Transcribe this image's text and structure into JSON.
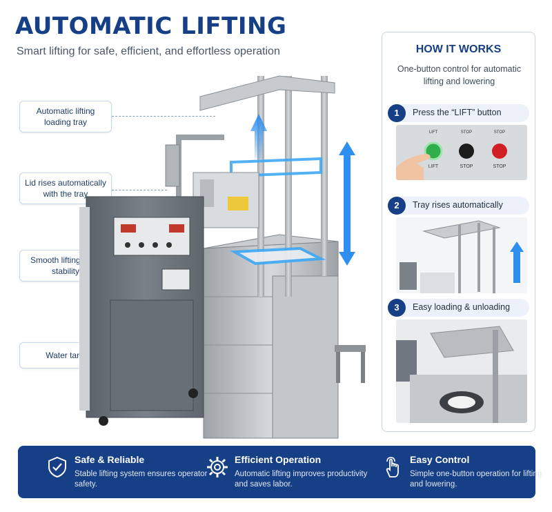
{
  "header": {
    "title": "AUTOMATIC LIFTING",
    "subtitle": "Smart lifting for safe, efficient, and effortless operation"
  },
  "callouts": [
    {
      "label": "Automatic lifting loading tray"
    },
    {
      "label": "Lid rises automatically with the tray"
    },
    {
      "label": "Smooth lifting, high stability"
    },
    {
      "label": "Water tank"
    }
  ],
  "how_it_works": {
    "title": "HOW IT WORKS",
    "subtitle": "One-button control for automatic lifting and lowering",
    "steps": [
      {
        "num": "1",
        "label": "Press the “LIFT” button",
        "buttons": [
          {
            "tag": "LIFT",
            "label": "LIFT",
            "color": "#2fae4b"
          },
          {
            "tag": "STOP",
            "label": "STOP",
            "color": "#1c1c1c"
          },
          {
            "tag": "STOP",
            "label": "STOP",
            "color": "#d21f26"
          }
        ]
      },
      {
        "num": "2",
        "label": "Tray rises automatically"
      },
      {
        "num": "3",
        "label": "Easy loading & unloading"
      }
    ]
  },
  "features": [
    {
      "icon": "shield-check-icon",
      "title": "Safe & Reliable",
      "desc": "Stable lifting system ensures operator safety."
    },
    {
      "icon": "gear-icon",
      "title": "Efficient Operation",
      "desc": "Automatic lifting improves productivity and saves labor."
    },
    {
      "icon": "pointer-hand-icon",
      "title": "Easy Control",
      "desc": "Simple one-button operation for lifting and lowering."
    }
  ],
  "colors": {
    "brand": "#163f86",
    "glow": "#3fa9f5",
    "cabinet": "#6d747c",
    "steel": "#b8bcbf"
  }
}
